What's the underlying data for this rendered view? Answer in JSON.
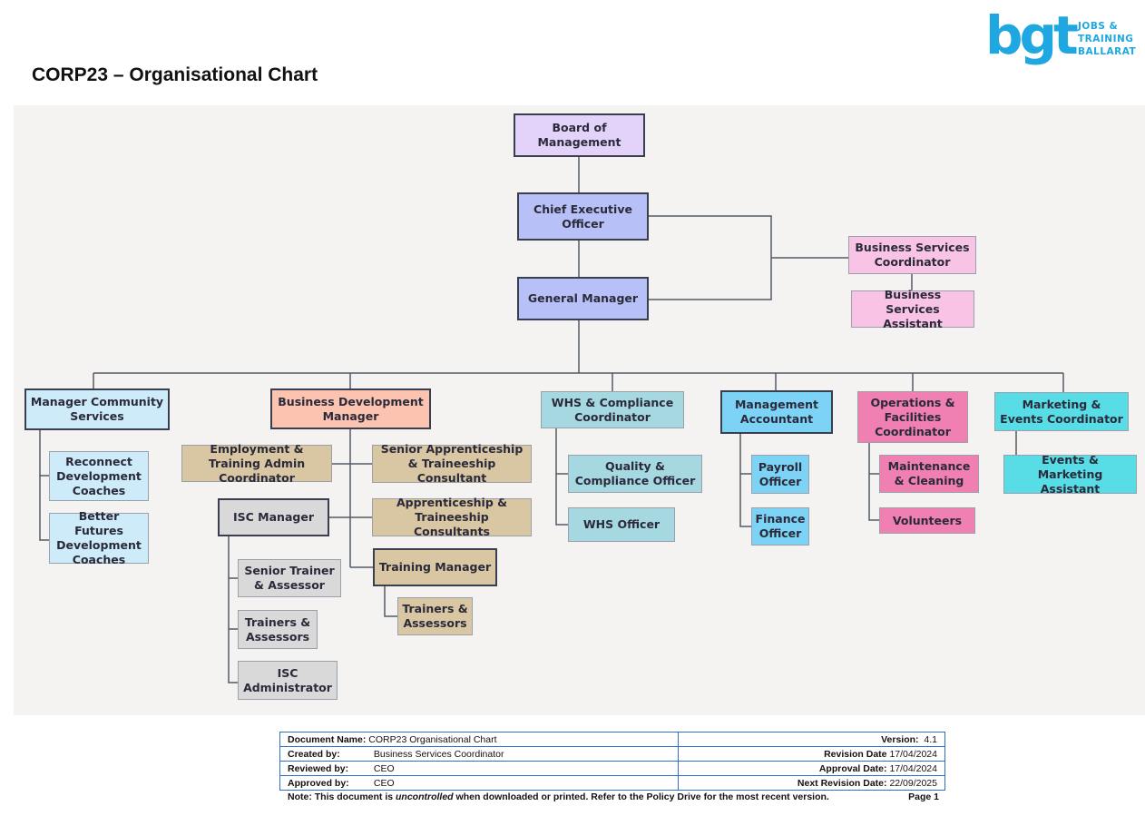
{
  "header": {
    "title": "CORP23 – Organisational Chart",
    "logo": {
      "mark": "bgt",
      "line1": "JOBS &",
      "line2": "TRAINING",
      "line3": "BALLARAT",
      "color": "#1ea7e1"
    }
  },
  "org": {
    "board": "Board of Management",
    "ceo": "Chief Executive Officer",
    "gm": "General Manager",
    "bsc": "Business Services Coordinator",
    "bsa": "Business Services Assistant",
    "mcs": "Manager Community Services",
    "reconnect": "Reconnect Development Coaches",
    "better_futures": "Better Futures Development Coaches",
    "bdm": "Business Development Manager",
    "emp_training": "Employment & Training Admin Coordinator",
    "senior_app": "Senior Apprenticeship & Traineeship  Consultant",
    "app_consultants": "Apprenticeship & Traineeship Consultants",
    "isc_manager": "ISC Manager",
    "senior_trainer": "Senior Trainer & Assessor",
    "trainers_isc": "Trainers & Assessors",
    "isc_admin": "ISC Administrator",
    "training_manager": "Training Manager",
    "trainers_tm": "Trainers & Assessors",
    "whs_coord": "WHS &  Compliance Coordinator",
    "quality": "Quality & Compliance Officer",
    "whs_officer": "WHS Officer",
    "mgmt_accountant": "Management Accountant",
    "payroll": "Payroll Officer",
    "finance": "Finance Officer",
    "ops": "Operations & Facilities Coordinator",
    "maintenance": "Maintenance & Cleaning",
    "volunteers": "Volunteers",
    "marketing": "Marketing & Events Coordinator",
    "events_assistant": "Events & Marketing Assistant"
  },
  "colors": {
    "lavender": "#e3d3fb",
    "periwinkle": "#b8c1f7",
    "pink_light": "#f8c3e5",
    "blue_light": "#cdebf8",
    "salmon": "#fbc3b0",
    "tan": "#d9c6a2",
    "grey": "#d9d9d9",
    "teal_light": "#a6d8e2",
    "sky": "#7dd3f5",
    "pink": "#f07fb2",
    "cyan": "#58dde6"
  },
  "footer": {
    "doc_name_label": "Document Name:",
    "doc_name": "CORP23 Organisational Chart",
    "version_label": "Version:",
    "version": "4.1",
    "created_label": "Created by:",
    "created": "Business Services Coordinator",
    "revision_label": "Revision Date",
    "revision": "17/04/2024",
    "reviewed_label": "Reviewed by:",
    "reviewed": "CEO",
    "approval_label": "Approval Date:",
    "approval": "17/04/2024",
    "approved_label": "Approved by:",
    "approved": "CEO",
    "next_label": "Next Revision Date:",
    "next": "22/09/2025",
    "note_a": "Note:  This document is ",
    "note_b": "uncontrolled",
    "note_c": " when downloaded or printed.  Refer to the Policy Drive for the most recent version.",
    "page": "Page 1"
  }
}
